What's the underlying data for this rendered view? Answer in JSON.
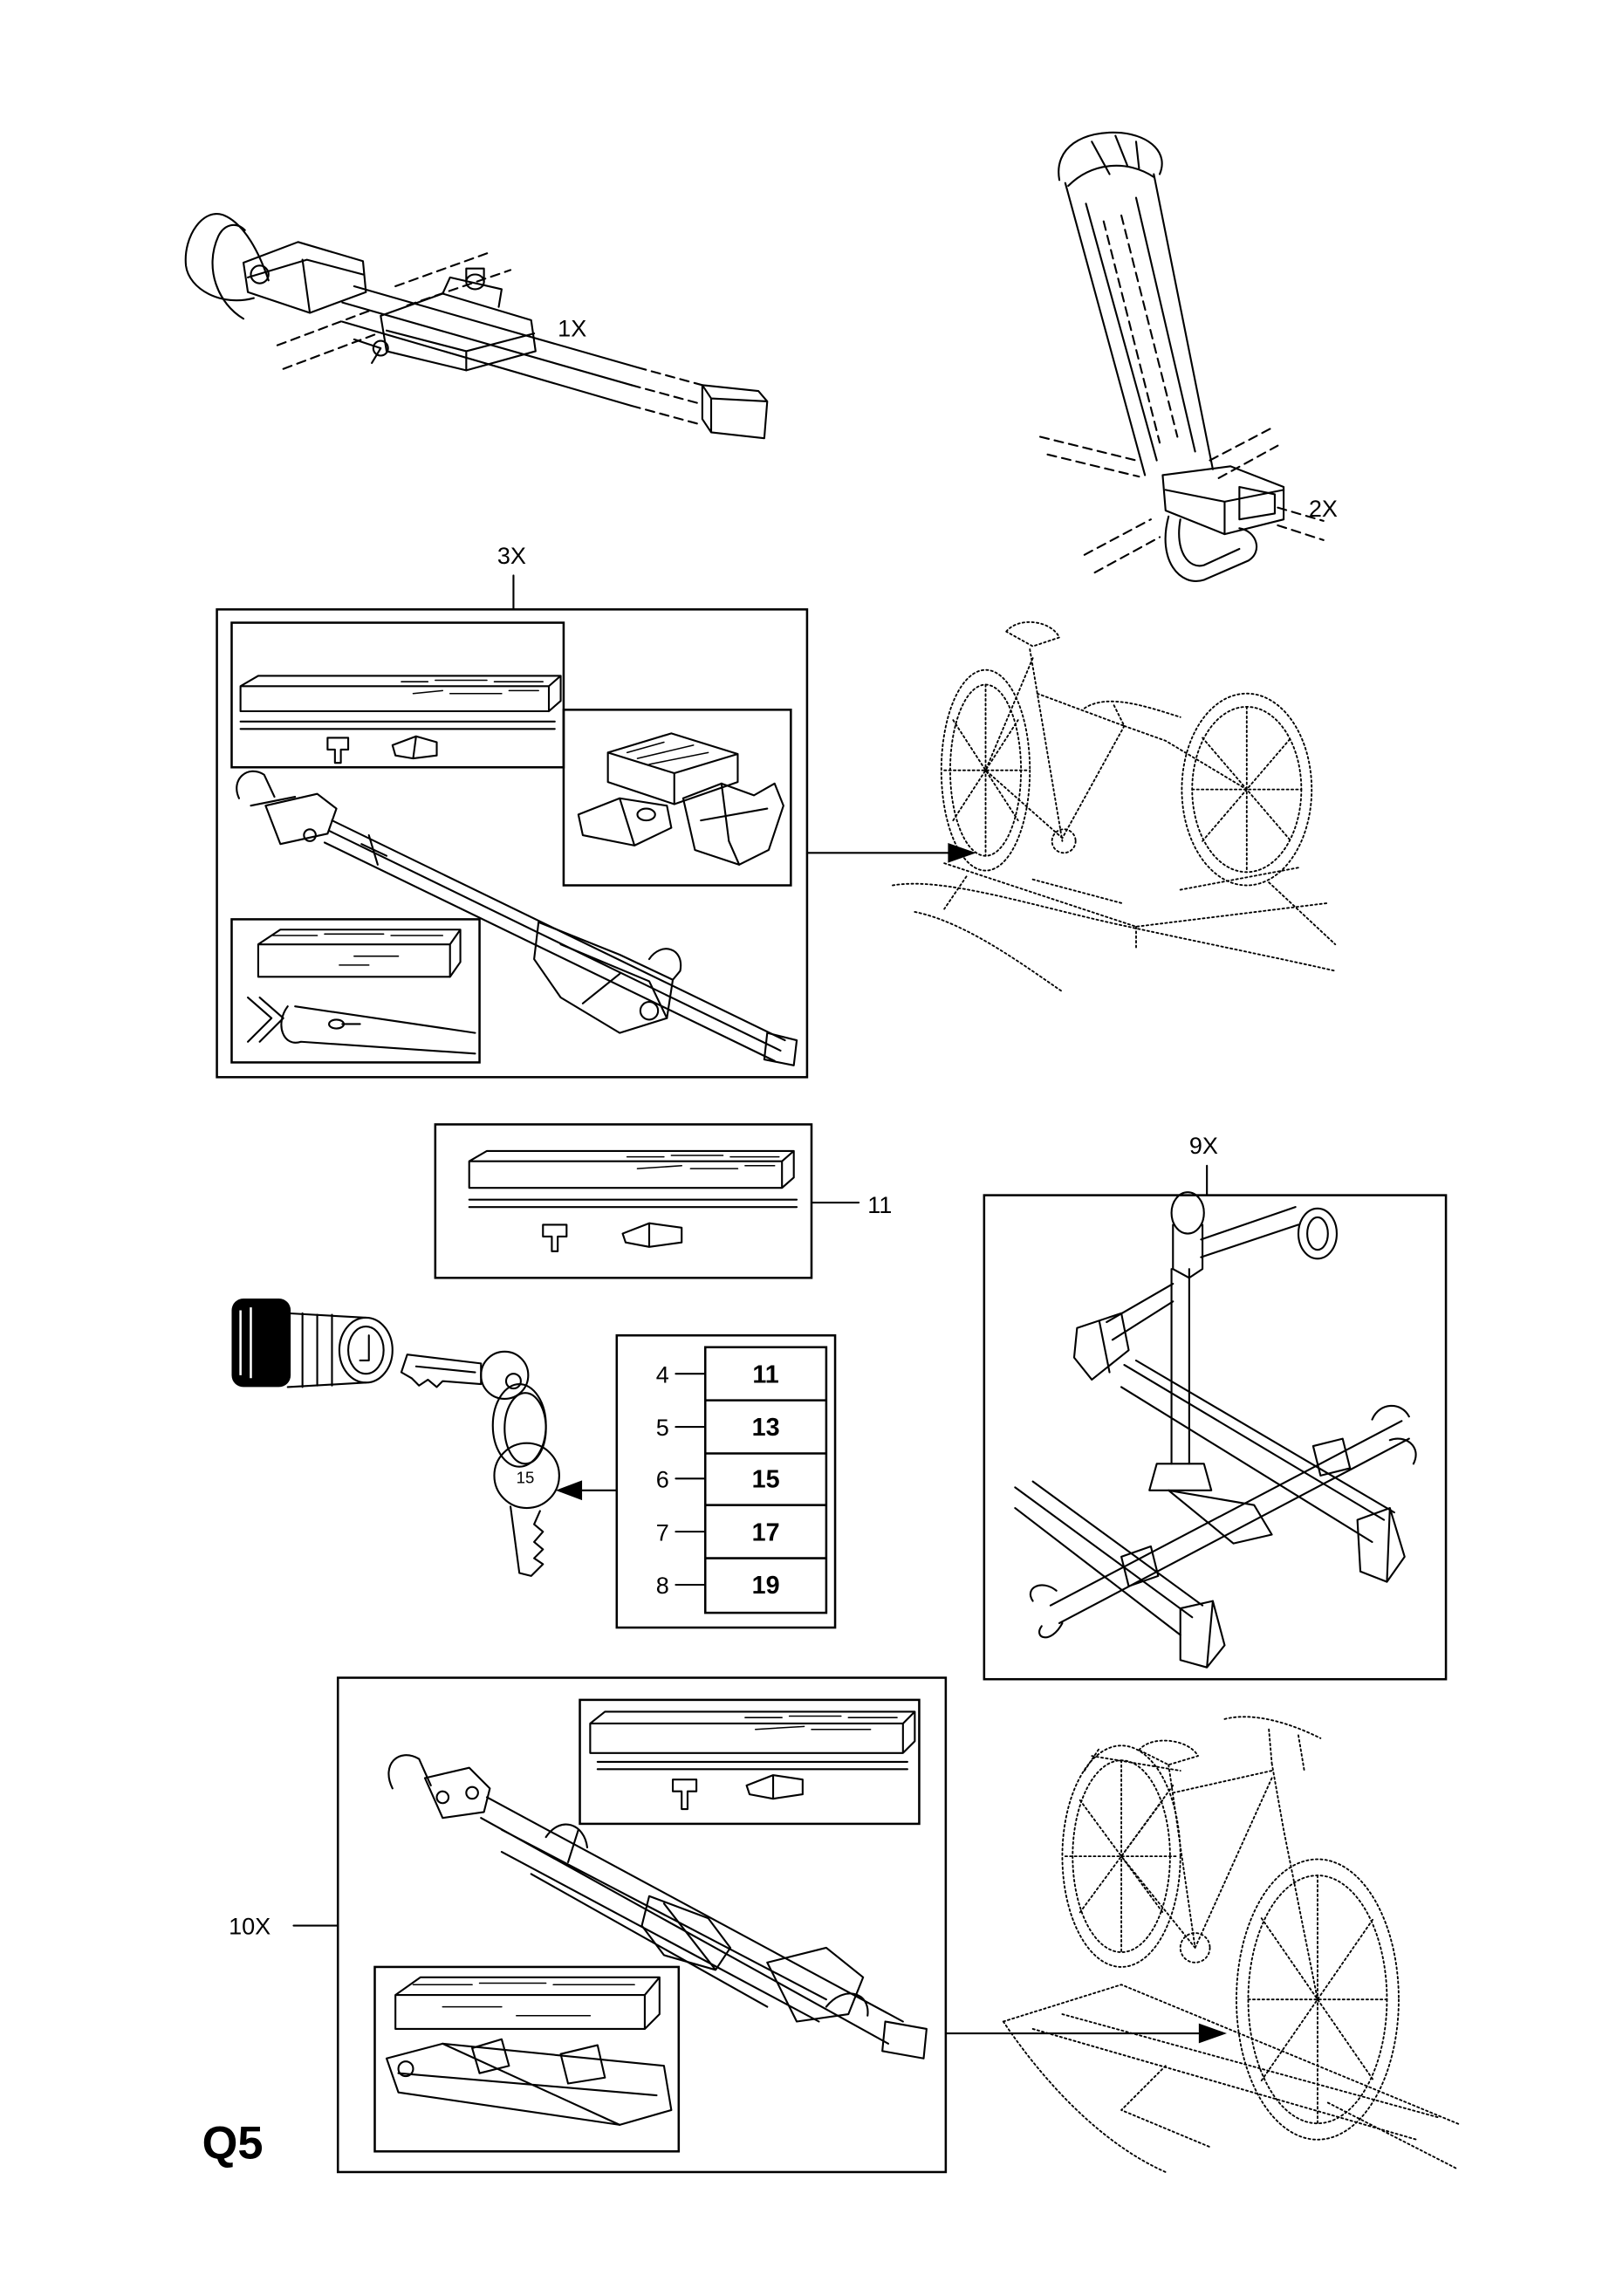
{
  "page_code": "Q5",
  "callouts": {
    "item_1": "1X",
    "item_2": "2X",
    "item_3": "3X",
    "item_9": "9X",
    "item_10": "10X",
    "item_11": "11"
  },
  "key_table": {
    "rows": [
      {
        "ref": "4",
        "key_number": "11"
      },
      {
        "ref": "5",
        "key_number": "13"
      },
      {
        "ref": "6",
        "key_number": "15"
      },
      {
        "ref": "7",
        "key_number": "17"
      },
      {
        "ref": "8",
        "key_number": "19"
      }
    ]
  },
  "key_tag": "15",
  "colors": {
    "ink": "#000000",
    "background": "#ffffff"
  }
}
